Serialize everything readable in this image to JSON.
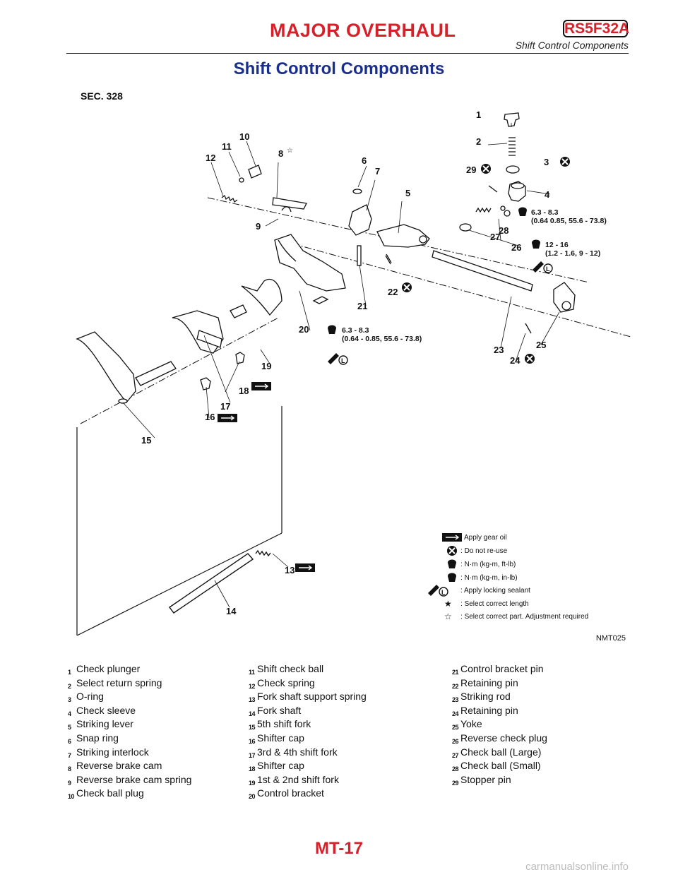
{
  "header": {
    "section_title": "MAJOR OVERHAUL",
    "model_code": "RS5F32A",
    "subtitle": "Shift Control Components"
  },
  "page_title": "Shift Control Components",
  "diagram": {
    "sec_label": "SEC. 328",
    "figure_code": "NMT025",
    "torque_callouts": [
      {
        "value": "6.3 - 8.3",
        "range": "(0.64 0.85, 55.6 - 73.8)"
      },
      {
        "value": "12 - 16",
        "range": "(1.2 - 1.6, 9 - 12)"
      },
      {
        "value": "6.3 - 8.3",
        "range": "(0.64 - 0.85, 55.6 - 73.8)"
      }
    ],
    "legend": [
      {
        "icon": "gear-oil-icon",
        "sep": ":",
        "text": "Apply gear oil"
      },
      {
        "icon": "do-not-reuse-icon",
        "sep": ":",
        "text": "Do not re-use"
      },
      {
        "icon": "torque-ftlb-icon",
        "sep": ":",
        "text": "N·m (kg-m, ft-lb)"
      },
      {
        "icon": "torque-inlb-icon",
        "sep": ":",
        "text": "N·m (kg-m, in-lb)"
      },
      {
        "icon": "locking-sealant-icon",
        "sep": ":",
        "text": "Apply locking sealant"
      },
      {
        "icon": "solid-star-icon",
        "sep": ":",
        "text": "Select correct length"
      },
      {
        "icon": "outline-star-icon",
        "sep": ":",
        "text": "Select correct part. Adjustment required"
      }
    ]
  },
  "parts": [
    {
      "num": "1",
      "name": "Check plunger"
    },
    {
      "num": "2",
      "name": "Select return spring"
    },
    {
      "num": "3",
      "name": "O-ring"
    },
    {
      "num": "4",
      "name": "Check sleeve"
    },
    {
      "num": "5",
      "name": "Striking lever"
    },
    {
      "num": "6",
      "name": "Snap ring"
    },
    {
      "num": "7",
      "name": "Striking interlock"
    },
    {
      "num": "8",
      "name": "Reverse brake cam"
    },
    {
      "num": "9",
      "name": "Reverse brake cam spring"
    },
    {
      "num": "10",
      "name": "Check ball plug"
    },
    {
      "num": "11",
      "name": "Shift check ball"
    },
    {
      "num": "12",
      "name": "Check spring"
    },
    {
      "num": "13",
      "name": "Fork shaft support spring"
    },
    {
      "num": "14",
      "name": "Fork shaft"
    },
    {
      "num": "15",
      "name": "5th shift fork"
    },
    {
      "num": "16",
      "name": "Shifter cap"
    },
    {
      "num": "17",
      "name": "3rd & 4th shift fork"
    },
    {
      "num": "18",
      "name": "Shifter cap"
    },
    {
      "num": "19",
      "name": "1st & 2nd shift fork"
    },
    {
      "num": "20",
      "name": "Control bracket"
    },
    {
      "num": "21",
      "name": "Control bracket pin"
    },
    {
      "num": "22",
      "name": "Retaining pin"
    },
    {
      "num": "23",
      "name": "Striking rod"
    },
    {
      "num": "24",
      "name": "Retaining pin"
    },
    {
      "num": "25",
      "name": "Yoke"
    },
    {
      "num": "26",
      "name": "Reverse check plug"
    },
    {
      "num": "27",
      "name": "Check ball (Large)"
    },
    {
      "num": "28",
      "name": "Check ball (Small)"
    },
    {
      "num": "29",
      "name": "Stopper pin"
    }
  ],
  "footer": {
    "page_number": "MT-17",
    "watermark": "carmanualsonline.info"
  }
}
